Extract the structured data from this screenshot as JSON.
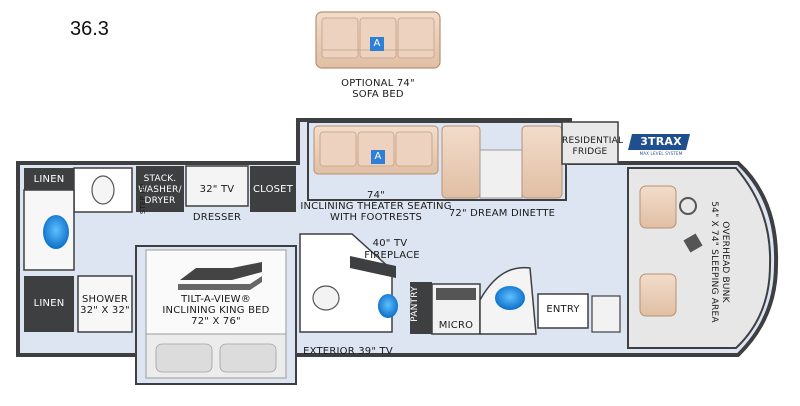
{
  "model": "36.3",
  "brand_logo": "3TRAX",
  "brand_logo_sub": "MAX LEVEL SYSTEM",
  "zone_marker": "A",
  "labels": {
    "optional_sofa": "OPTIONAL 74\"",
    "optional_sofa_2": "SOFA BED",
    "residential_fridge": "RESIDENTIAL",
    "residential_fridge_2": "FRIDGE",
    "linen_top": "LINEN",
    "linen_bottom": "LINEN",
    "stack_washer": "STACK.",
    "stack_washer_2": "WASHER/",
    "stack_washer_3": "DRYER",
    "tv_32": "32\" TV",
    "closet": "CLOSET",
    "dresser": "DRESSER",
    "theater_seating": "74\"",
    "theater_seating_2": "INCLINING THEATER SEATING",
    "theater_seating_3": "WITH FOOTRESTS",
    "dinette": "72\" DREAM DINETTE",
    "overhead_bunk": "OVERHEAD BUNK",
    "overhead_bunk_2": "54\" X 74\" SLEEPING AREA",
    "step_up": "STEP UP",
    "tv_40": "40\" TV",
    "fireplace": "FIREPLACE",
    "king_bed": "TILT-A-VIEW®",
    "king_bed_2": "INCLINING KING BED",
    "king_bed_3": "72\" X 76\"",
    "shower": "SHOWER",
    "shower_2": "32\" X 32\"",
    "pantry": "PANTRY",
    "micro": "MICRO",
    "entry": "ENTRY",
    "exterior_tv": "EXTERIOR 39\" TV"
  },
  "colors": {
    "wall": "#3e3f41",
    "floor": "#dde5f3",
    "tan": "#eacfb9",
    "tan_dark": "#c9a58a",
    "water": "#2a8fe0",
    "cab": "#e7e7e7"
  }
}
